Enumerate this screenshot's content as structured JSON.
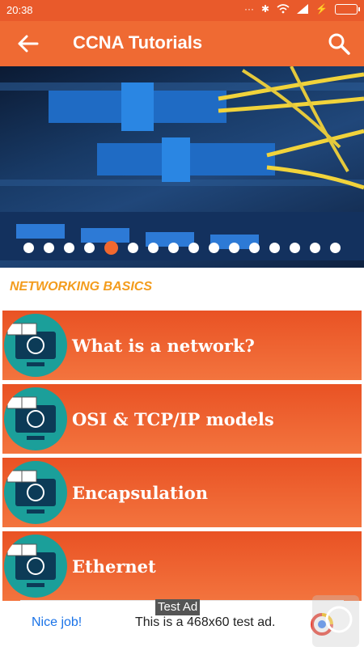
{
  "status": {
    "time": "20:38"
  },
  "appbar": {
    "title": "CCNA Tutorials"
  },
  "section": {
    "title": "NETWORKING BASICS"
  },
  "topics": [
    {
      "label": "What is a network?"
    },
    {
      "label": "OSI & TCP/IP models"
    },
    {
      "label": "Encapsulation"
    },
    {
      "label": "Ethernet"
    }
  ],
  "carousel": {
    "dot_count": 16,
    "active_index": 4
  },
  "ad": {
    "badge": "Test Ad",
    "left": "Nice job!",
    "mid": "This is a 468x60 test ad."
  },
  "colors": {
    "primary": "#ef6a33",
    "statusbar": "#e95a2b",
    "section": "#f39c1d",
    "thumb": "#1b9f9a"
  }
}
